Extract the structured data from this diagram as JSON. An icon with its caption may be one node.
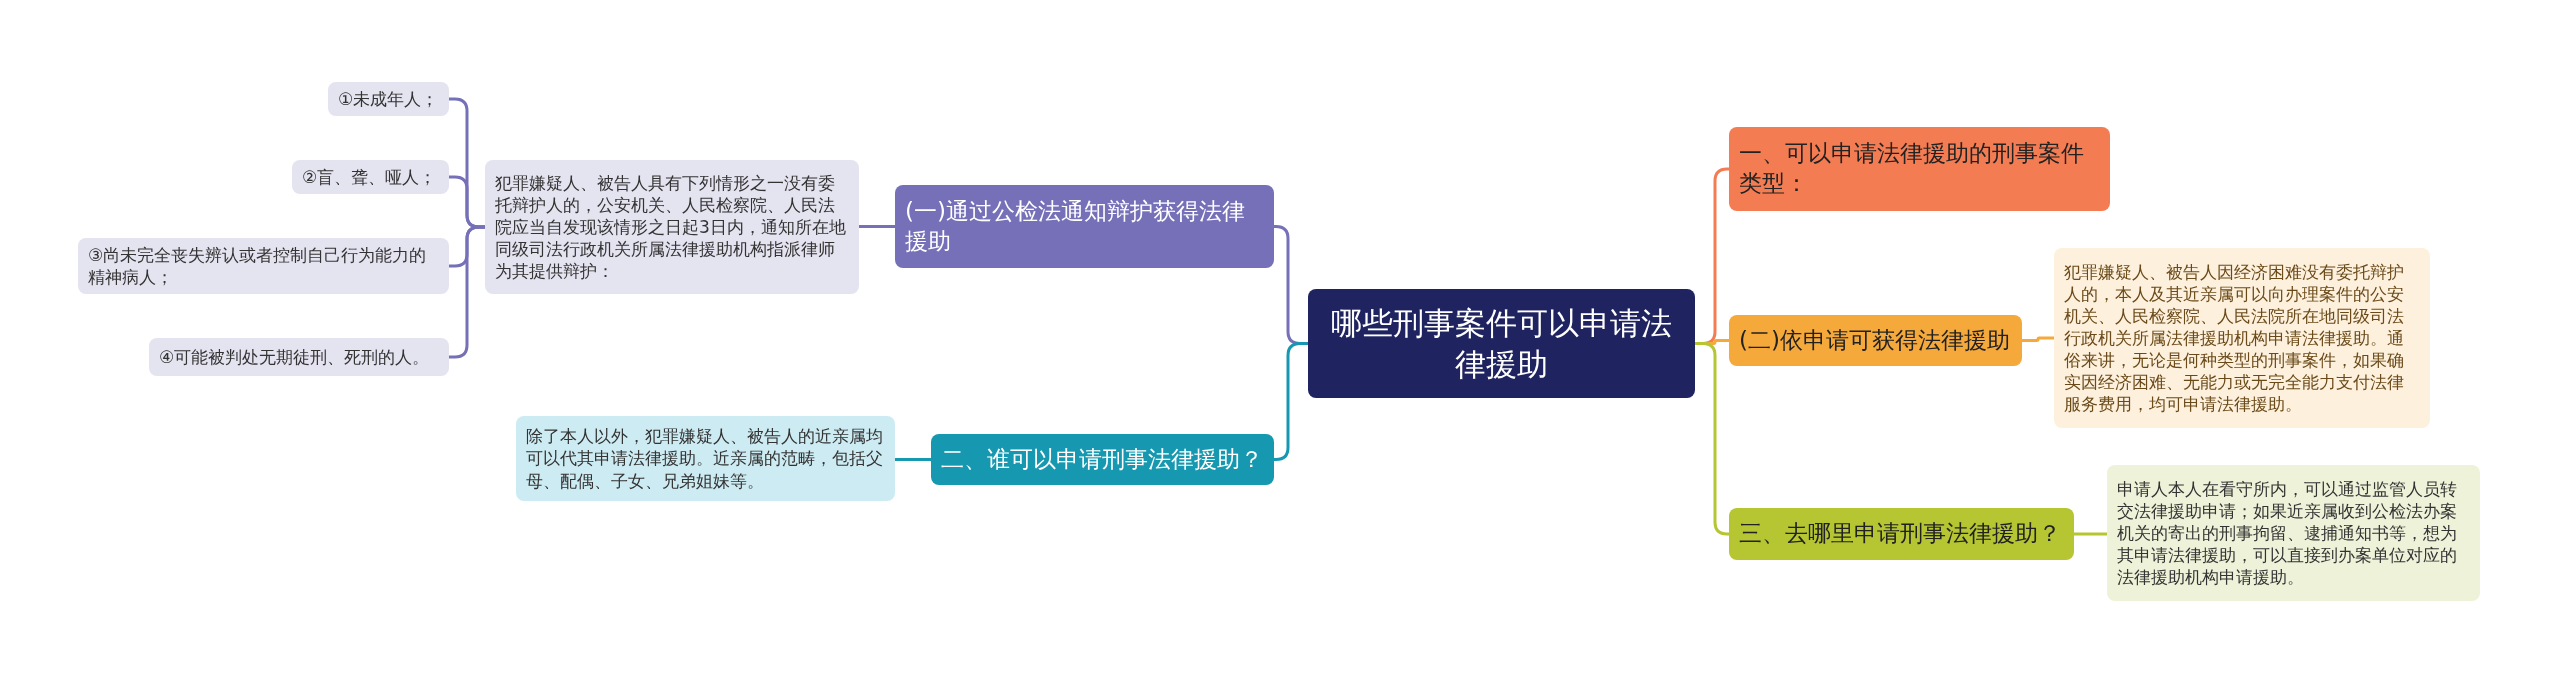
{
  "diagram": {
    "nodes": [
      {
        "text": [
          "哪些刑事案件可以申请法律援助"
        ]
      },
      {
        "text": [
          "一、可以申请法律援助的刑事案件类型："
        ]
      },
      {
        "text": [
          "(二)依申请可获得法律援助"
        ]
      },
      {
        "text": [
          "犯罪嫌疑人、被告人因经济困难没有委托辩护人的，本人及其近亲属可以向办理案件的公安机关、人民检察院、人民法院所在地同级司法行政机关所属法律援助机构申请法律援助。通俗来讲，无论是何种类型的刑事案件，如果确实因经济困难、无能力或无完全能力支付法律服务费用，均可申请法律援助。"
        ]
      },
      {
        "text": [
          "三、去哪里申请刑事法律援助？"
        ]
      },
      {
        "text": [
          "申请人本人在看守所内，可以通过监管人员转交法律援助申请；如果近亲属收到公检法办案机关的寄出的刑事拘留、逮捕通知书等，想为其申请法律援助，可以直接到办案单位对应的法律援助机构申请援助。"
        ]
      },
      {
        "text": [
          "(一)通过公检法通知辩护获得法律援助"
        ]
      },
      {
        "text": [
          "犯罪嫌疑人、被告人具有下列情形之一没有委托辩护人的，公安机关、人民检察院、人民法院应当自发现该情形之日起3日内，通知所在地同级司法行政机关所属法律援助机构指派律师为其提供辩护："
        ]
      },
      {
        "text": [
          "①未成年人；"
        ]
      },
      {
        "text": [
          "②盲、聋、哑人；"
        ]
      },
      {
        "text": [
          "③尚未完全丧失辨认或者控制自己行为能力的精神病人；"
        ]
      },
      {
        "text": [
          "④可能被判处无期徒刑、死刑的人。"
        ]
      },
      {
        "text": [
          "二、谁可以申请刑事法律援助？"
        ]
      },
      {
        "text": [
          "除了本人以外，犯罪嫌疑人、被告人的近亲属均可以代其申请法律援助。近亲属的范畴，包括父母、配偶、子女、兄弟姐妹等。"
        ]
      }
    ],
    "edges": [
      {
        "from": 0,
        "to": 1,
        "arrow": "none",
        "color": "#f47c52"
      },
      {
        "from": 0,
        "to": 2,
        "arrow": "none",
        "color": "#f6a93b"
      },
      {
        "from": 2,
        "to": 3,
        "arrow": "none",
        "color": "#f6a93b"
      },
      {
        "from": 0,
        "to": 4,
        "arrow": "none",
        "color": "#b6c632"
      },
      {
        "from": 4,
        "to": 5,
        "arrow": "none",
        "color": "#b6c632"
      },
      {
        "from": 0,
        "to": 6,
        "arrow": "none"
      },
      {
        "from": 6,
        "to": 7,
        "arrow": "none"
      },
      {
        "from": 7,
        "to": 8,
        "arrow": "none"
      },
      {
        "from": 7,
        "to": 9,
        "arrow": "none"
      },
      {
        "from": 7,
        "to": 10,
        "arrow": "none"
      },
      {
        "from": 7,
        "to": 11,
        "arrow": "none"
      },
      {
        "from": 0,
        "to": 12,
        "arrow": "none",
        "color": "#1699b0"
      },
      {
        "from": 12,
        "to": 13,
        "arrow": "none",
        "color": "#1699b0"
      }
    ]
  }
}
